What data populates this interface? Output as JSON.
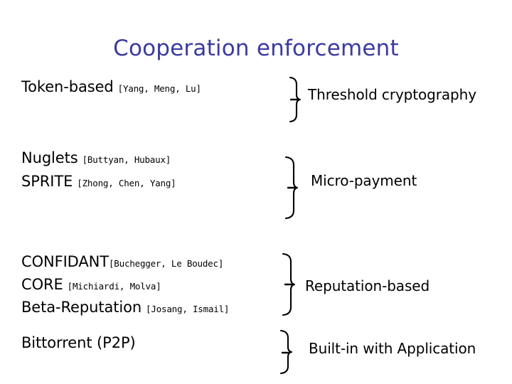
{
  "slide": {
    "title": "Cooperation enforcement",
    "title_color": "#3b3b9e",
    "background_color": "#ffffff",
    "text_color": "#000000"
  },
  "groups": [
    {
      "id": "threshold-cryptography",
      "items": [
        {
          "name": "Token-based",
          "citation": "[Yang, Meng, Lu]"
        }
      ],
      "category": "Threshold cryptography"
    },
    {
      "id": "micro-payment",
      "items": [
        {
          "name": "Nuglets",
          "citation": "[Buttyan, Hubaux]"
        },
        {
          "name": "SPRITE",
          "citation": "[Zhong, Chen, Yang]"
        }
      ],
      "category": "Micro-payment"
    },
    {
      "id": "reputation-based",
      "items": [
        {
          "name": "CONFIDANT",
          "citation": "[Buchegger, Le Boudec]"
        },
        {
          "name": "CORE",
          "citation": "[Michiardi, Molva]"
        },
        {
          "name": "Beta-Reputation",
          "citation": "[Josang, Ismail]"
        }
      ],
      "category": "Reputation-based"
    },
    {
      "id": "built-in-with-application",
      "items": [
        {
          "name": "Bittorrent (P2P)",
          "citation": ""
        }
      ],
      "category": "Built-in with Application"
    }
  ]
}
